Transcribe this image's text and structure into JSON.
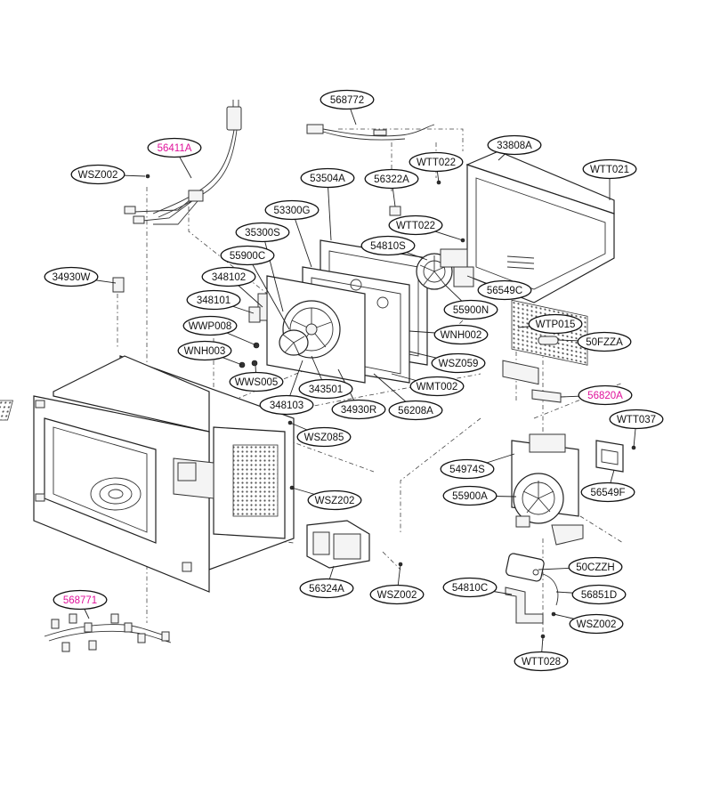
{
  "diagram": {
    "type": "exploded-parts-diagram",
    "highlight_color": "#e0129b",
    "label_color": "#111111",
    "labels": [
      {
        "id": "568772",
        "text": "568772",
        "highlight": false
      },
      {
        "id": "56411A",
        "text": "56411A",
        "highlight": true
      },
      {
        "id": "33808A",
        "text": "33808A",
        "highlight": false
      },
      {
        "id": "WSZ002-a",
        "text": "WSZ002",
        "highlight": false
      },
      {
        "id": "WTT022-a",
        "text": "WTT022",
        "highlight": false
      },
      {
        "id": "WTT021",
        "text": "WTT021",
        "highlight": false
      },
      {
        "id": "53504A",
        "text": "53504A",
        "highlight": false
      },
      {
        "id": "56322A",
        "text": "56322A",
        "highlight": false
      },
      {
        "id": "53300G",
        "text": "53300G",
        "highlight": false
      },
      {
        "id": "WTT022-b",
        "text": "WTT022",
        "highlight": false
      },
      {
        "id": "35300S",
        "text": "35300S",
        "highlight": false
      },
      {
        "id": "54810S",
        "text": "54810S",
        "highlight": false
      },
      {
        "id": "55900C",
        "text": "55900C",
        "highlight": false
      },
      {
        "id": "34930W",
        "text": "34930W",
        "highlight": false
      },
      {
        "id": "348102",
        "text": "348102",
        "highlight": false
      },
      {
        "id": "56549C",
        "text": "56549C",
        "highlight": false
      },
      {
        "id": "348101",
        "text": "348101",
        "highlight": false
      },
      {
        "id": "55900N",
        "text": "55900N",
        "highlight": false
      },
      {
        "id": "WTP015",
        "text": "WTP015",
        "highlight": false
      },
      {
        "id": "WWP008",
        "text": "WWP008",
        "highlight": false
      },
      {
        "id": "WNH002",
        "text": "WNH002",
        "highlight": false
      },
      {
        "id": "50FZZA",
        "text": "50FZZA",
        "highlight": false
      },
      {
        "id": "WNH003",
        "text": "WNH003",
        "highlight": false
      },
      {
        "id": "WSZ059",
        "text": "WSZ059",
        "highlight": false
      },
      {
        "id": "WWS005",
        "text": "WWS005",
        "highlight": false
      },
      {
        "id": "343501",
        "text": "343501",
        "highlight": false
      },
      {
        "id": "WMT002",
        "text": "WMT002",
        "highlight": false
      },
      {
        "id": "56820A",
        "text": "56820A",
        "highlight": true
      },
      {
        "id": "348103",
        "text": "348103",
        "highlight": false
      },
      {
        "id": "34930R",
        "text": "34930R",
        "highlight": false
      },
      {
        "id": "56208A",
        "text": "56208A",
        "highlight": false
      },
      {
        "id": "WTT037",
        "text": "WTT037",
        "highlight": false
      },
      {
        "id": "WSZ085",
        "text": "WSZ085",
        "highlight": false
      },
      {
        "id": "54974S",
        "text": "54974S",
        "highlight": false
      },
      {
        "id": "56549F",
        "text": "56549F",
        "highlight": false
      },
      {
        "id": "WSZ202",
        "text": "WSZ202",
        "highlight": false
      },
      {
        "id": "55900A",
        "text": "55900A",
        "highlight": false
      },
      {
        "id": "50CZZH",
        "text": "50CZZH",
        "highlight": false
      },
      {
        "id": "56324A",
        "text": "56324A",
        "highlight": false
      },
      {
        "id": "WSZ002-b",
        "text": "WSZ002",
        "highlight": false
      },
      {
        "id": "54810C",
        "text": "54810C",
        "highlight": false
      },
      {
        "id": "56851D",
        "text": "56851D",
        "highlight": false
      },
      {
        "id": "568771",
        "text": "568771",
        "highlight": true
      },
      {
        "id": "WSZ002-c",
        "text": "WSZ002",
        "highlight": false
      },
      {
        "id": "WTT028",
        "text": "WTT028",
        "highlight": false
      }
    ]
  }
}
